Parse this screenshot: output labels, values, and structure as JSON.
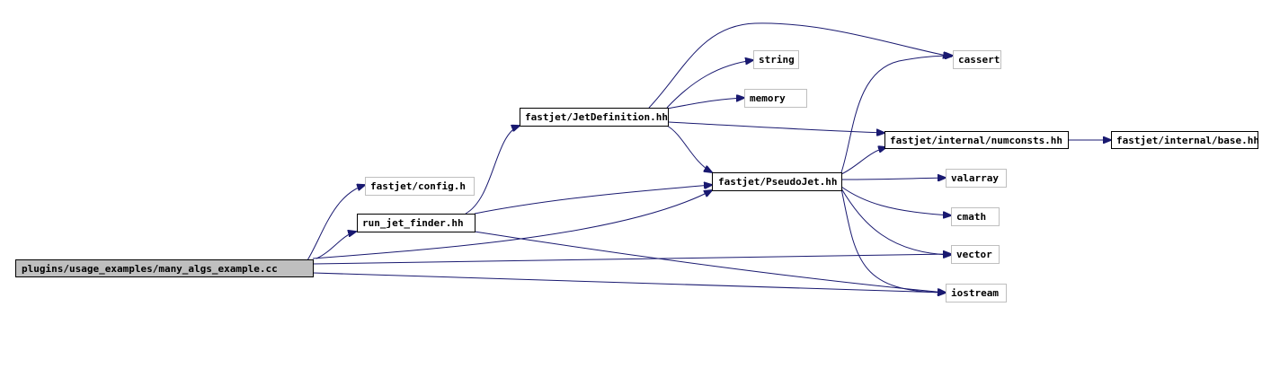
{
  "colors": {
    "edge": "#191970",
    "root_fill": "#bfbfbf",
    "external_border": "#bfbfbf",
    "node_border": "#000000"
  },
  "nodes": {
    "root": "plugins/usage_examples/many_algs_example.cc",
    "config": "fastjet/config.h",
    "runjet": "run_jet_finder.hh",
    "jetdef": "fastjet/JetDefinition.hh",
    "pseudojet": "fastjet/PseudoJet.hh",
    "numconsts": "fastjet/internal/numconsts.hh",
    "base": "fastjet/internal/base.hh",
    "string": "string",
    "memory": "memory",
    "cassert": "cassert",
    "valarray": "valarray",
    "cmath": "cmath",
    "vector": "vector",
    "iostream": "iostream"
  },
  "edges": [
    [
      "root",
      "config"
    ],
    [
      "root",
      "runjet"
    ],
    [
      "root",
      "pseudojet"
    ],
    [
      "root",
      "vector"
    ],
    [
      "root",
      "iostream"
    ],
    [
      "runjet",
      "jetdef"
    ],
    [
      "runjet",
      "pseudojet"
    ],
    [
      "runjet",
      "iostream"
    ],
    [
      "jetdef",
      "string"
    ],
    [
      "jetdef",
      "memory"
    ],
    [
      "jetdef",
      "cassert"
    ],
    [
      "jetdef",
      "numconsts"
    ],
    [
      "jetdef",
      "pseudojet"
    ],
    [
      "pseudojet",
      "numconsts"
    ],
    [
      "pseudojet",
      "cassert"
    ],
    [
      "pseudojet",
      "valarray"
    ],
    [
      "pseudojet",
      "cmath"
    ],
    [
      "pseudojet",
      "vector"
    ],
    [
      "pseudojet",
      "iostream"
    ],
    [
      "numconsts",
      "base"
    ]
  ]
}
